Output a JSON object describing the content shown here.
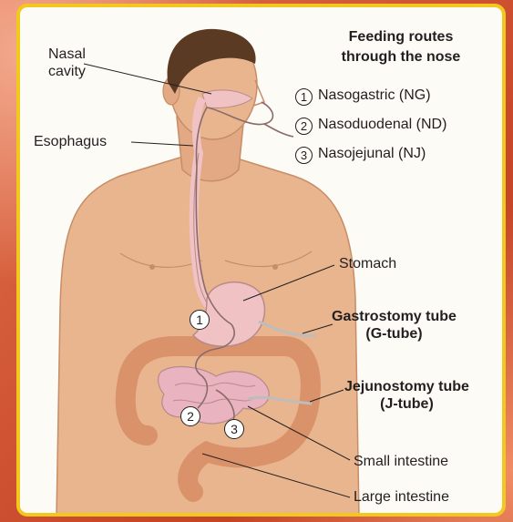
{
  "legend": {
    "title_line1": "Feeding routes",
    "title_line2": "through the nose",
    "items": [
      {
        "num": "1",
        "label": "Nasogastric (NG)"
      },
      {
        "num": "2",
        "label": "Nasoduodenal (ND)"
      },
      {
        "num": "3",
        "label": "Nasojejunal (NJ)"
      }
    ]
  },
  "labels": {
    "nasal_line1": "Nasal",
    "nasal_line2": "cavity",
    "esophagus": "Esophagus",
    "stomach": "Stomach",
    "gtube_line1": "Gastrostomy tube",
    "gtube_line2": "(G-tube)",
    "jtube_line1": "Jejunostomy tube",
    "jtube_line2": "(J-tube)",
    "small_intestine": "Small intestine",
    "large_intestine": "Large intestine"
  },
  "markers": [
    "1",
    "2",
    "3"
  ],
  "colors": {
    "frame": "#f2c81e",
    "skin": "#e8b58f",
    "hair": "#5a3a22",
    "stomach": "#f0c2c4",
    "large_intestine": "#d9926a",
    "small_intestine": "#eab3c0"
  }
}
